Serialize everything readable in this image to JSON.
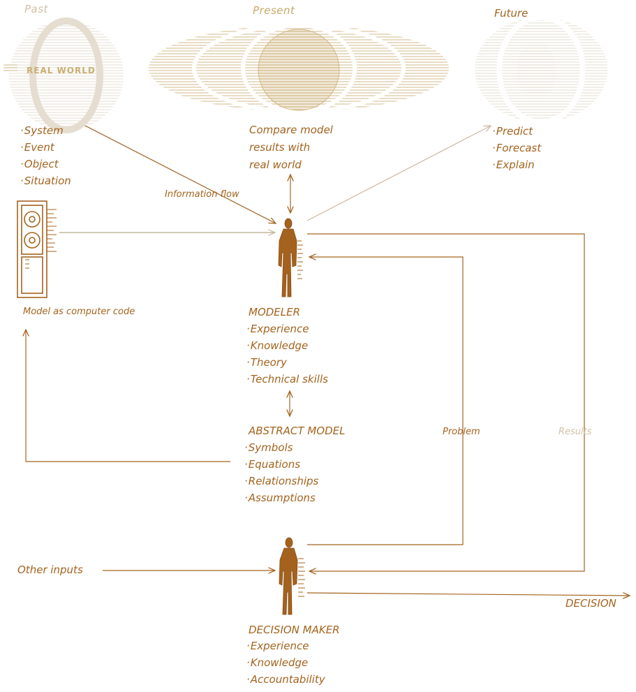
{
  "timeline": {
    "past": "Past",
    "present": "Present",
    "future": "Future",
    "real_world": "REAL WORLD"
  },
  "real_world_items": [
    "System",
    "Event",
    "Object",
    "Situation"
  ],
  "compare": [
    "Compare model",
    "results with",
    "real world"
  ],
  "future_items": [
    "Predict",
    "Forecast",
    "Explain"
  ],
  "information_flow": "Information flow",
  "computer_model": "Model as computer code",
  "modeler": {
    "title": "MODELER",
    "items": [
      "Experience",
      "Knowledge",
      "Theory",
      "Technical skills"
    ]
  },
  "abstract_model": {
    "title": "ABSTRACT MODEL",
    "items": [
      "Symbols",
      "Equations",
      "Relationships",
      "Assumptions"
    ]
  },
  "problem": "Problem",
  "results": "Results",
  "other_inputs": "Other inputs",
  "decision": "DECISION",
  "decision_maker": {
    "title": "DECISION MAKER",
    "items": [
      "Experience",
      "Knowledge",
      "Accountability"
    ]
  },
  "colors": {
    "ink": "#a3631e",
    "faint_ink": "#d2c2a2",
    "hatch": "#ddc9a3",
    "dark_figure": "#8a4a12"
  }
}
